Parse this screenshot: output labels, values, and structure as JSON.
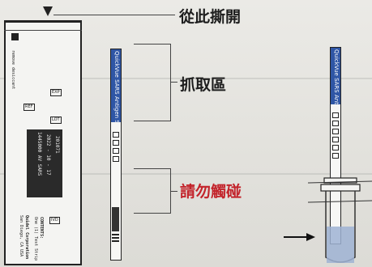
{
  "callouts": {
    "tear_here": "從此撕開",
    "grip_area": "抓取區",
    "do_not_touch": "請勿觸碰"
  },
  "pouch": {
    "lot_line1": "201071",
    "lot_line2": "2022 - 10 - 17",
    "lot_line3": "1445000 AV SARS",
    "brand_line1": "Quidel Corporation",
    "brand_line2": "San Diego, CA USA",
    "contents_line1": "CONTENTS:",
    "contents_line2": "One (1) Test Strip",
    "left_vertical_text": "remove desiccant",
    "tag_lot": "LOT",
    "tag_exp": "EXP",
    "tag_ref": "REF",
    "tag_ivd": "IVD"
  },
  "strip": {
    "band_text": "QuickVue SARS Antigen SARS"
  },
  "colors": {
    "strip_band": "#2f56a5",
    "warning_text": "#c3242b",
    "label_text": "#1d1d1d"
  }
}
